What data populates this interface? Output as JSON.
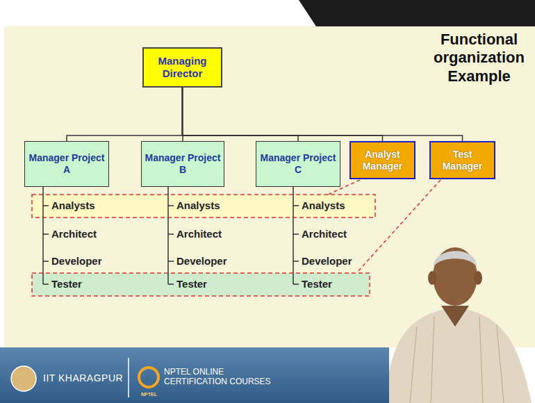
{
  "diagram": {
    "title": "Functional organization Example",
    "nodes": [
      {
        "text": [
          "Managing Director"
        ]
      },
      {
        "text": [
          "Manager Project A"
        ]
      },
      {
        "text": [
          "Manager Project B"
        ]
      },
      {
        "text": [
          "Manager Project C"
        ]
      },
      {
        "text": [
          "Analyst Manager"
        ]
      },
      {
        "text": [
          "Test Manager"
        ]
      }
    ],
    "edges": [
      {
        "from": 0,
        "to": 1,
        "arrow": "none"
      },
      {
        "from": 0,
        "to": 2,
        "arrow": "none"
      },
      {
        "from": 0,
        "to": 3,
        "arrow": "none"
      },
      {
        "from": 0,
        "to": 4,
        "arrow": "none"
      },
      {
        "from": 0,
        "to": 5,
        "arrow": "none"
      }
    ],
    "labels": [
      "Analysts",
      "Analysts",
      "Analysts",
      "Architect",
      "Architect",
      "Architect",
      "Developer",
      "Developer",
      "Developer",
      "Tester",
      "Tester",
      "Tester",
      "IIT KHARAGPUR",
      "NPTEL ONLINE CERTIFICATION COURSES",
      "NPTEL"
    ]
  }
}
